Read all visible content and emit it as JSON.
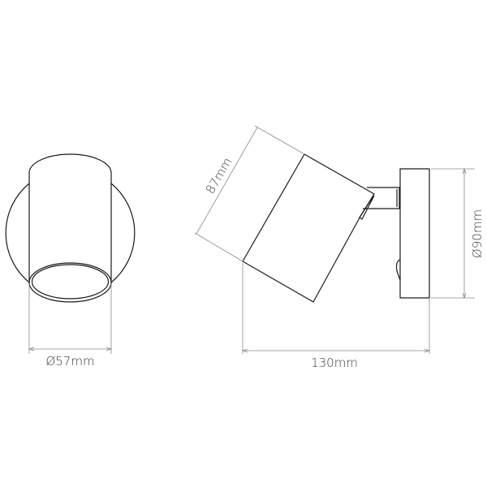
{
  "front_view": {
    "diameter_label": "Ø57mm"
  },
  "side_view": {
    "head_length_label": "87mm",
    "projection_label": "130mm",
    "backplate_diameter_label": "Ø90mm"
  },
  "colors": {
    "outline": "#1a1a1a",
    "dimension": "#8a8a8a",
    "background": "#ffffff"
  }
}
